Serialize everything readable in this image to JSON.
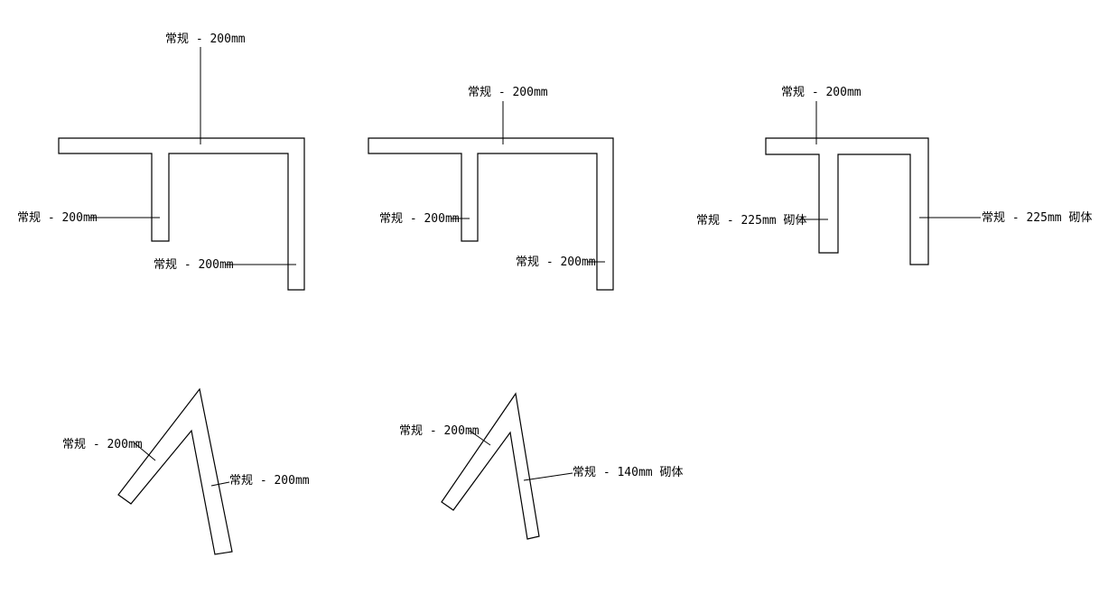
{
  "colors": {
    "line": "#000000",
    "background": "#ffffff"
  },
  "diagrams": [
    {
      "id": "d1",
      "labels": [
        {
          "id": "top",
          "text": "常规 - 200mm"
        },
        {
          "id": "left",
          "text": "常规 - 200mm"
        },
        {
          "id": "right",
          "text": "常规 - 200mm"
        }
      ]
    },
    {
      "id": "d2",
      "labels": [
        {
          "id": "top",
          "text": "常规 - 200mm"
        },
        {
          "id": "left",
          "text": "常规 - 200mm"
        },
        {
          "id": "right",
          "text": "常规 - 200mm"
        }
      ]
    },
    {
      "id": "d3",
      "labels": [
        {
          "id": "top",
          "text": "常规 - 200mm"
        },
        {
          "id": "left",
          "text": "常规 - 225mm 砌体"
        },
        {
          "id": "right",
          "text": "常规 - 225mm 砌体"
        }
      ]
    },
    {
      "id": "d4",
      "labels": [
        {
          "id": "left",
          "text": "常规 - 200mm"
        },
        {
          "id": "right",
          "text": "常规 - 200mm"
        }
      ]
    },
    {
      "id": "d5",
      "labels": [
        {
          "id": "left",
          "text": "常规 - 200mm"
        },
        {
          "id": "right",
          "text": "常规 - 140mm 砌体"
        }
      ]
    }
  ]
}
